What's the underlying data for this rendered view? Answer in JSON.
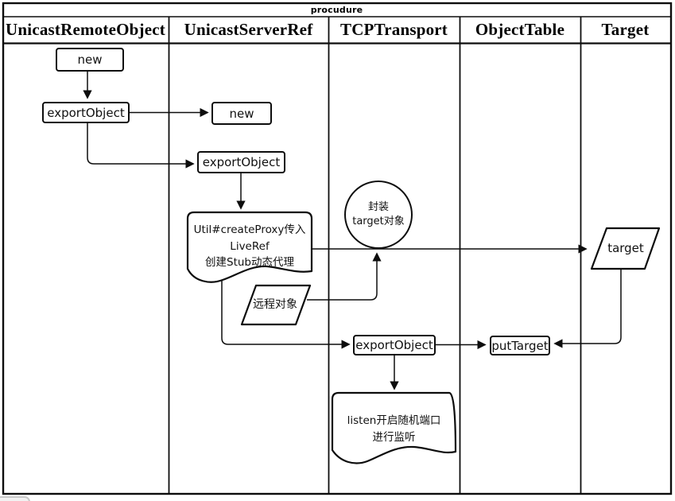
{
  "title": "procudure",
  "columns": [
    {
      "label": "UnicastRemoteObject"
    },
    {
      "label": "UnicastServerRef"
    },
    {
      "label": "TCPTransport"
    },
    {
      "label": "ObjectTable"
    },
    {
      "label": "Target"
    }
  ],
  "nodes": {
    "new_remote": "new",
    "export_remote": "exportObject",
    "new_serverref": "new",
    "export_serverref": "exportObject",
    "create_proxy": {
      "line1": "Util#createProxy传入",
      "line2": "LiveRef",
      "line3": "创建Stub动态代理"
    },
    "wrap_target": {
      "line1": "封装",
      "line2": "target对象"
    },
    "remote_object": "远程对象",
    "export_tcp": "exportObject",
    "put_target": "putTarget",
    "target": "target",
    "listen": {
      "line1": "listen开启随机端口",
      "line2": "进行监听"
    }
  },
  "colors": {
    "stroke": "#0d0d0d",
    "background": "#ffffff"
  }
}
